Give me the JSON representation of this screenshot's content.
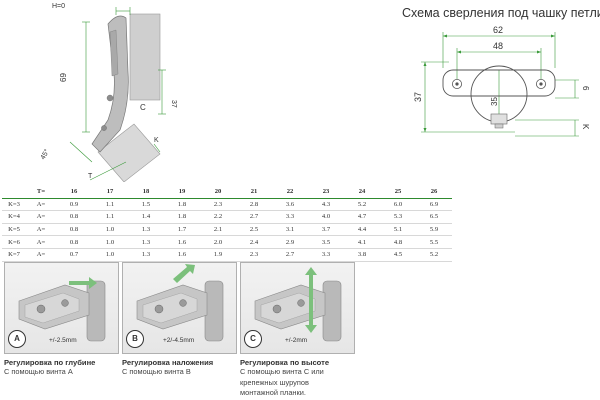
{
  "drill_scheme": {
    "title": "Схема сверления под чашку петли",
    "dim_total": "62",
    "dim_inner": "48",
    "dim_height": "37",
    "dim_center": "35",
    "dim_side": "6",
    "dim_k": "K"
  },
  "side_view": {
    "label_h": "H=0",
    "label_height": "69",
    "label_c": "C",
    "label_depth": "37",
    "label_angle": "45°",
    "label_t": "T",
    "label_k": "K"
  },
  "table": {
    "header_label": "T=",
    "columns": [
      "16",
      "17",
      "18",
      "19",
      "20",
      "21",
      "22",
      "23",
      "24",
      "25",
      "26"
    ],
    "rows": [
      {
        "k": "K=3",
        "a": "A=",
        "values": [
          "0.9",
          "1.1",
          "1.5",
          "1.8",
          "2.3",
          "2.8",
          "3.6",
          "4.3",
          "5.2",
          "6.0",
          "6.9"
        ]
      },
      {
        "k": "K=4",
        "a": "A=",
        "values": [
          "0.8",
          "1.1",
          "1.4",
          "1.8",
          "2.2",
          "2.7",
          "3.3",
          "4.0",
          "4.7",
          "5.3",
          "6.5"
        ]
      },
      {
        "k": "K=5",
        "a": "A=",
        "values": [
          "0.8",
          "1.0",
          "1.3",
          "1.7",
          "2.1",
          "2.5",
          "3.1",
          "3.7",
          "4.4",
          "5.1",
          "5.9"
        ]
      },
      {
        "k": "K=6",
        "a": "A=",
        "values": [
          "0.8",
          "1.0",
          "1.3",
          "1.6",
          "2.0",
          "2.4",
          "2.9",
          "3.5",
          "4.1",
          "4.8",
          "5.5"
        ]
      },
      {
        "k": "K=7",
        "a": "A=",
        "values": [
          "0.7",
          "1.0",
          "1.3",
          "1.6",
          "1.9",
          "2.3",
          "2.7",
          "3.3",
          "3.8",
          "4.5",
          "5.2"
        ]
      }
    ]
  },
  "adjustments": [
    {
      "badge": "A",
      "range": "+/-2.5mm",
      "title": "Регулировка по глубине",
      "lines": [
        "С помощью винта A"
      ]
    },
    {
      "badge": "B",
      "range": "+2/-4.5mm",
      "title": "Регулировка наложения",
      "lines": [
        "С помощью винта B"
      ]
    },
    {
      "badge": "C",
      "range": "+/-2mm",
      "title": "Регулировка по высоте",
      "lines": [
        "С помощью винта C или",
        "крепежных шурупов",
        "монтажной планки."
      ]
    }
  ],
  "colors": {
    "dimension": "#3a9a3a",
    "metal": "#9a9a9a",
    "panel": "#cfcfcf",
    "badge_bg": "#ffffff",
    "arrow": "#7cc07c"
  }
}
